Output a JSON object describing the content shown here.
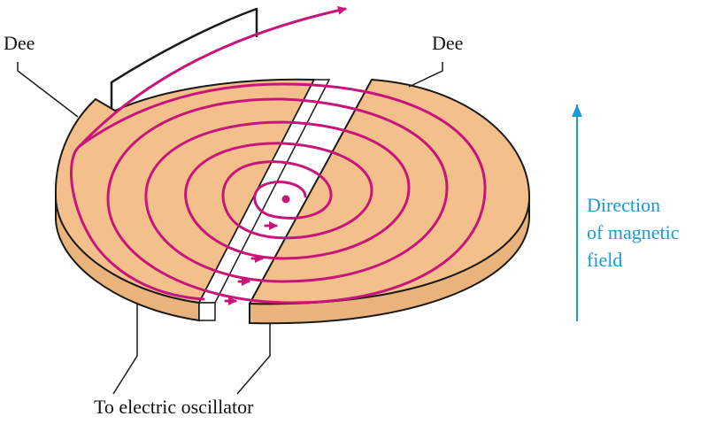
{
  "labels": {
    "dee_left": "Dee",
    "dee_right": "Dee",
    "oscillator": "To electric oscillator",
    "field_line1": "Direction",
    "field_line2": "of magnetic",
    "field_line3": "field"
  },
  "colors": {
    "dee_fill": "#f3c08c",
    "dee_side": "#eab37c",
    "outline": "#1a1a1a",
    "path": "#c8157a",
    "field": "#1a9ad6",
    "gap": "#ffffff"
  }
}
